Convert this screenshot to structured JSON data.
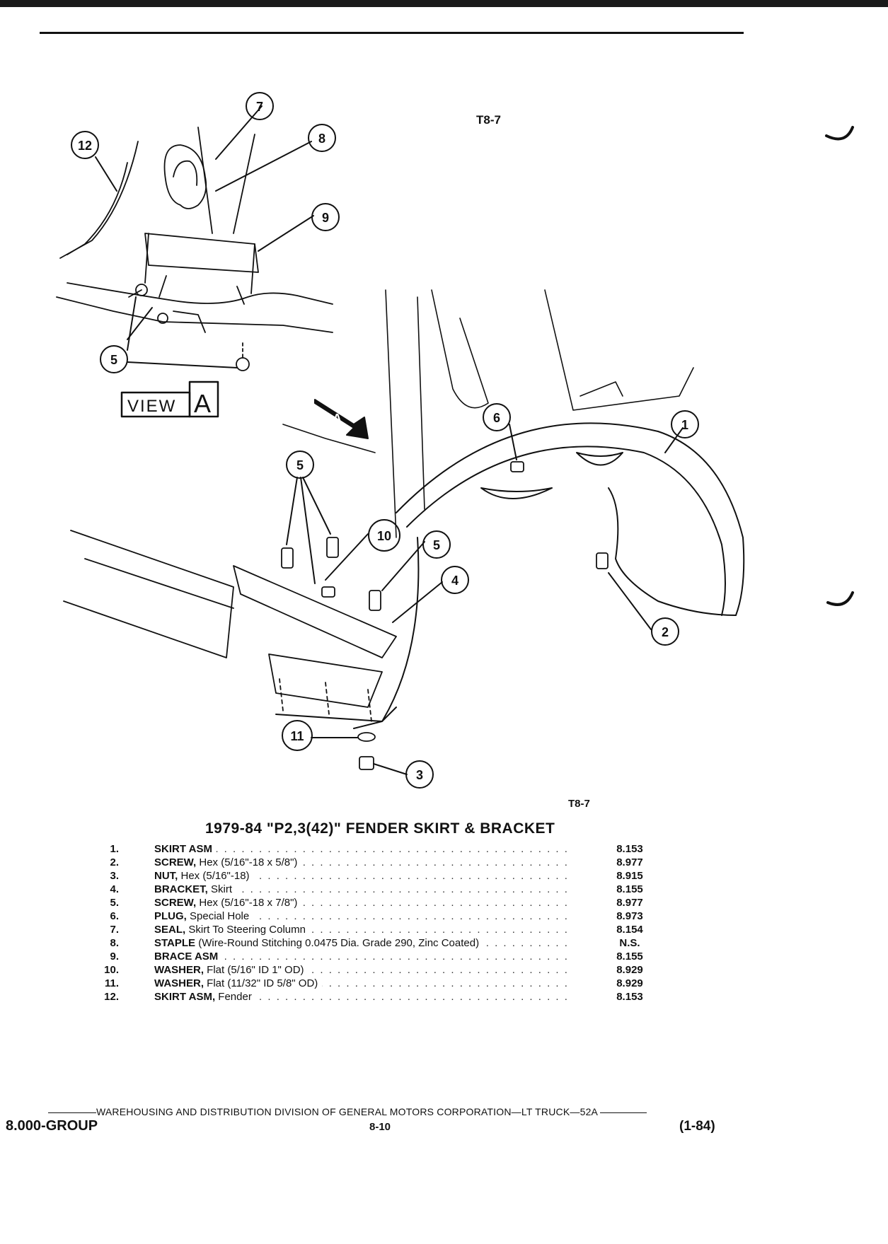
{
  "figure": {
    "tag_top": "T8-7",
    "tag_bottom": "T8-7",
    "view_label": "VIEW",
    "view_letter": "A",
    "arrow_letter": "A",
    "callouts": [
      "1",
      "2",
      "3",
      "4",
      "5",
      "5",
      "5",
      "6",
      "7",
      "8",
      "9",
      "10",
      "11",
      "12"
    ]
  },
  "title": "1979-84 \"P2,3(42)\" FENDER SKIRT & BRACKET",
  "parts": [
    {
      "num": "1.",
      "name": "SKIRT ASM",
      "desc": "",
      "ref": "8.153"
    },
    {
      "num": "2.",
      "name": "SCREW,",
      "desc": " Hex (5/16\"-18 x 5/8\")",
      "ref": "8.977"
    },
    {
      "num": "3.",
      "name": "NUT,",
      "desc": " Hex (5/16\"-18)",
      "ref": "8.915"
    },
    {
      "num": "4.",
      "name": "BRACKET,",
      "desc": " Skirt",
      "ref": "8.155"
    },
    {
      "num": "5.",
      "name": "SCREW,",
      "desc": " Hex (5/16\"-18 x 7/8\")",
      "ref": "8.977"
    },
    {
      "num": "6.",
      "name": "PLUG,",
      "desc": " Special Hole",
      "ref": "8.973"
    },
    {
      "num": "7.",
      "name": "SEAL,",
      "desc": " Skirt To Steering Column",
      "ref": "8.154"
    },
    {
      "num": "8.",
      "name": "STAPLE",
      "desc": " (Wire-Round Stitching 0.0475 Dia. Grade 290, Zinc Coated)",
      "ref": "N.S."
    },
    {
      "num": "9.",
      "name": "BRACE ASM",
      "desc": "",
      "ref": "8.155"
    },
    {
      "num": "10.",
      "name": "WASHER,",
      "desc": " Flat (5/16\" ID 1\" OD)",
      "ref": "8.929"
    },
    {
      "num": "11.",
      "name": "WASHER,",
      "desc": " Flat (11/32\" ID 5/8\" OD)",
      "ref": "8.929"
    },
    {
      "num": "12.",
      "name": "SKIRT ASM,",
      "desc": " Fender",
      "ref": "8.153"
    }
  ],
  "footer": {
    "division": "WAREHOUSING AND DISTRIBUTION DIVISION OF GENERAL MOTORS CORPORATION—LT TRUCK—52A",
    "group": "8.000-GROUP",
    "page": "8-10",
    "date": "(1-84)"
  }
}
